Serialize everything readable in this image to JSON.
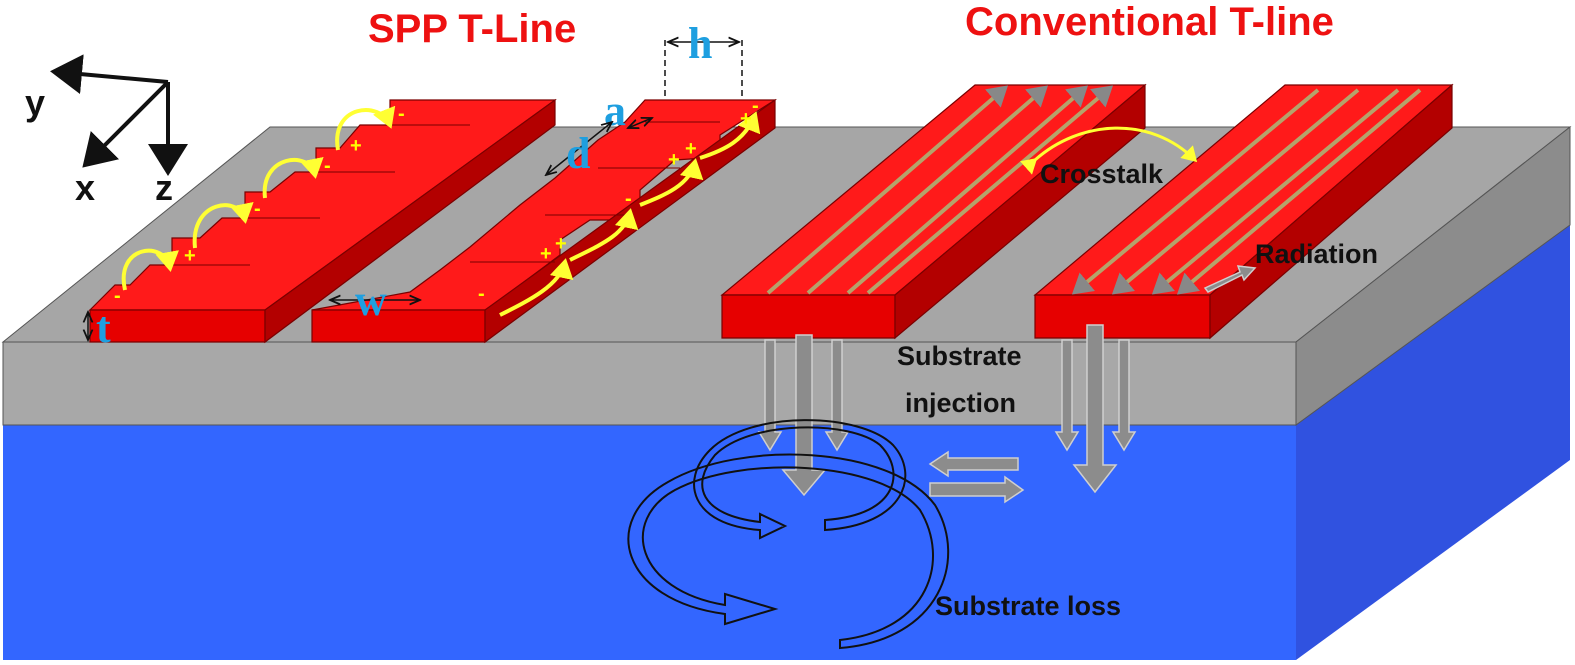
{
  "titles": {
    "spp": "SPP T-Line",
    "conventional": "Conventional  T-line"
  },
  "axes": {
    "y": "y",
    "x": "x",
    "z": "z"
  },
  "dimensions": {
    "h": "h",
    "a": "a",
    "d": "d",
    "w": "w",
    "t": "t"
  },
  "charges": {
    "plus": "+",
    "minus": "-"
  },
  "labels": {
    "crosstalk": "Crosstalk",
    "radiation": "Radiation",
    "substrate_injection_1": "Substrate",
    "substrate_injection_2": "injection",
    "substrate_loss": "Substrate loss"
  },
  "colors": {
    "metal": "#ff1a1a",
    "dielectric": "#a6a6a6",
    "substrate": "#3366ff",
    "field_lines": "#ffff33"
  }
}
